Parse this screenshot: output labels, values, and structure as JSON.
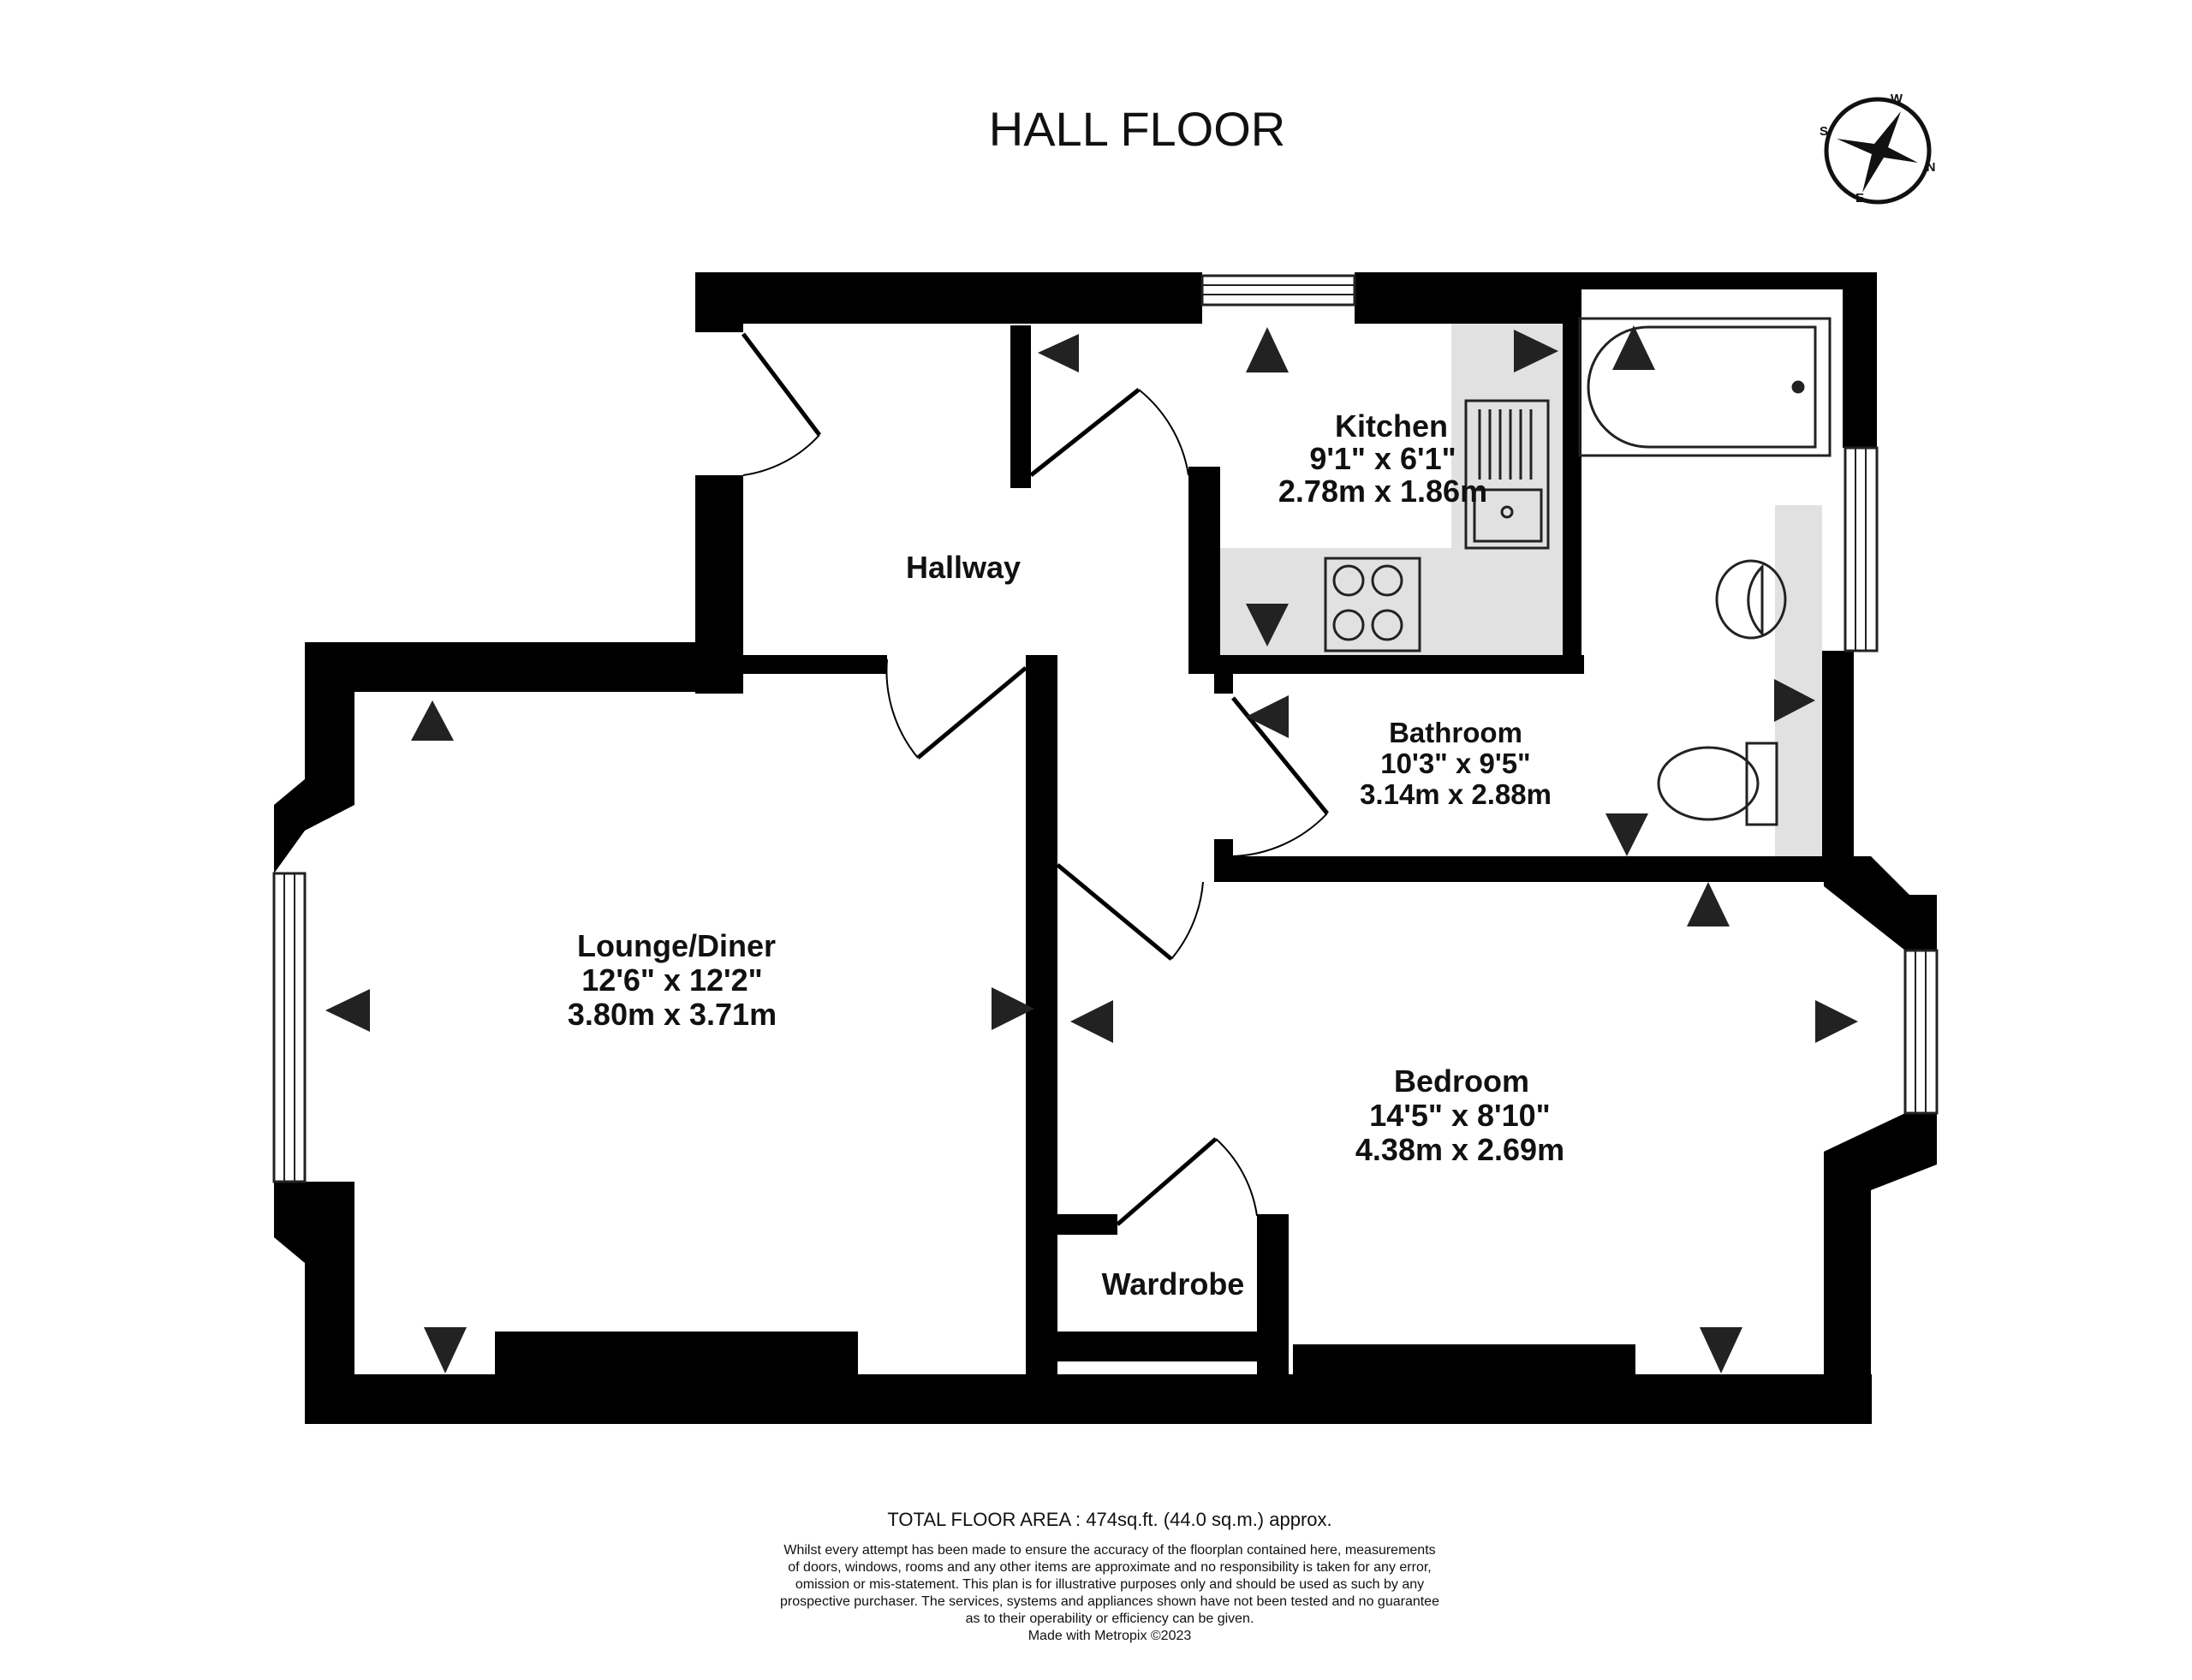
{
  "title": "HALL FLOOR",
  "compass": {
    "letters": [
      "W",
      "N",
      "E",
      "S"
    ]
  },
  "rooms": {
    "kitchen": {
      "name": "Kitchen",
      "imperial": "9'1\"  x 6'1\"",
      "metric": "2.78m  x 1.86m"
    },
    "hallway": {
      "name": "Hallway"
    },
    "bathroom": {
      "name": "Bathroom",
      "imperial": "10'3\"  x 9'5\"",
      "metric": "3.14m  x 2.88m"
    },
    "lounge": {
      "name": "Lounge/Diner",
      "imperial": "12'6\"  x 12'2\"",
      "metric": "3.80m  x 3.71m"
    },
    "bedroom": {
      "name": "Bedroom",
      "imperial": "14'5\"  x 8'10\"",
      "metric": "4.38m  x 2.69m"
    },
    "wardrobe": {
      "name": "Wardrobe"
    }
  },
  "footer": {
    "area": "TOTAL FLOOR AREA : 474sq.ft. (44.0 sq.m.) approx.",
    "disclaimer": [
      "Whilst every attempt has been made to ensure the accuracy of the floorplan contained here, measurements",
      "of doors, windows, rooms and any other items are approximate and no responsibility is taken for any error,",
      "omission or mis-statement. This plan is for illustrative purposes only and should be used as such by any",
      "prospective purchaser. The services, systems and appliances shown have not been tested and no guarantee",
      "as to their operability or efficiency can be given."
    ],
    "credit": "Made with Metropix ©2023"
  }
}
